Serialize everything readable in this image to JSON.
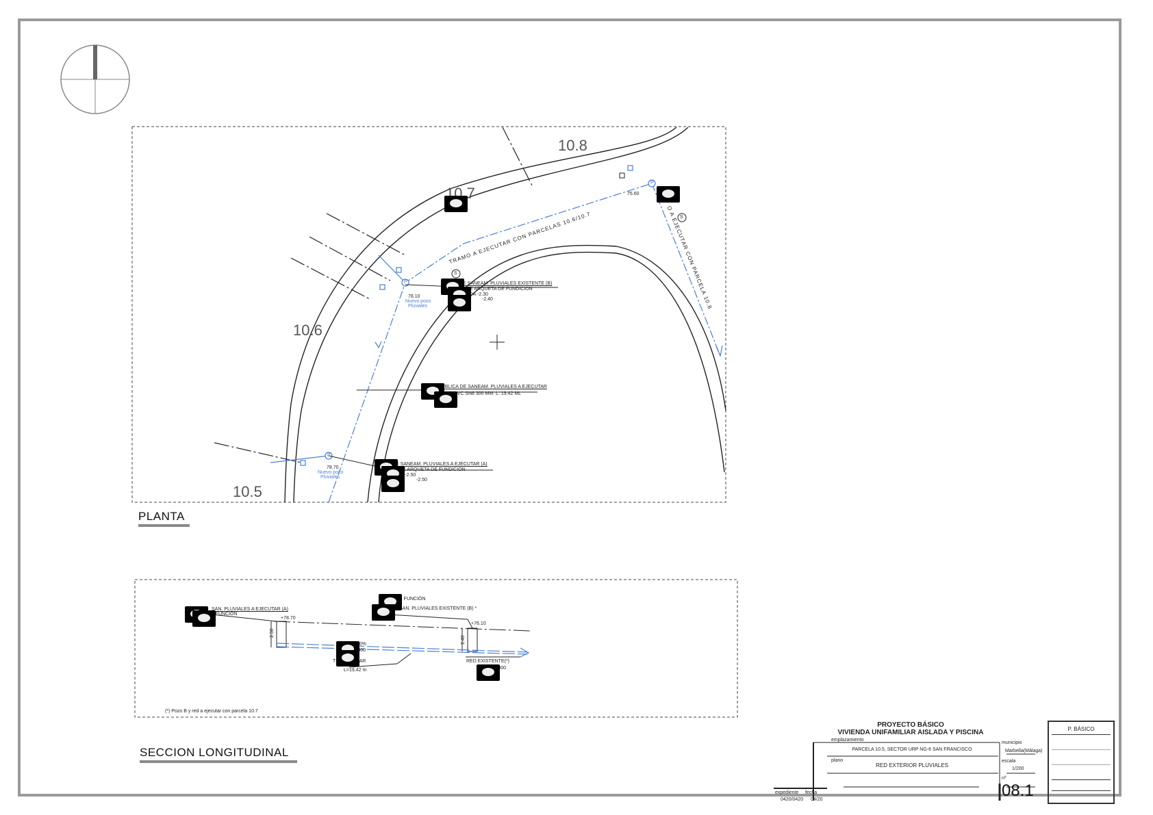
{
  "plan": {
    "parcels": [
      "10.8",
      "10.7",
      "10.6",
      "10.5"
    ],
    "heading": "PLANTA",
    "tramo_label": "TRAMO A EJECUTAR CON PARCELAS 10.6/10.7",
    "tramo2_label": "O A EJECUTAR CON PARCELA 10.8",
    "level_top": "75.60",
    "pozo_b": {
      "level": "78.10",
      "name": "Nuevo pozo",
      "type": "Pluviales"
    },
    "pozo_a": {
      "level": "78.70",
      "name": "Nuevo pozo",
      "type": "Pluviales"
    },
    "callout_b": [
      "DE SANEAM. PLUVIALES EXISTENTE (B)",
      "DE ARQUETA DE FUNDICION",
      "ADA    -2.30",
      "-2.40"
    ],
    "callout_mid": [
      "PUBLICA DE SANEAM. PLUVIALES A EJECUTAR",
      "PVC SN8 300 MM.    L: 19.42 ML"
    ],
    "callout_a": [
      "DE SANEAM. PLUVIALES A EJECUTAR (A)",
      "DE ARQUETA DE FUNDICION",
      "DA    -2.50",
      "-2.50"
    ],
    "symbol_s": "S",
    "symbol_p": "P"
  },
  "section": {
    "heading": "SECCION LONGITUDINAL",
    "label_a1": "SAN. PLUVIALES A EJECUTAR (A)",
    "label_a2": "DE FUNCION",
    "label_b1": "DE FUNCIÓN",
    "label_b2": "SAN. PLUVIALES EXISTENTE (B) *",
    "level_a": "+78.70",
    "level_b": "+76.10",
    "depth_a": "2.50",
    "depth_b": "2.40",
    "slope": "3.00%",
    "pipe": "Ø 300",
    "tramo": "T     A EJECUTAR",
    "length": "L=19,42 m",
    "red": "RED EXISTENTE(*)",
    "pipe2": "Ø 300",
    "footnote": "(*) Pozo B y red a ejecutar con parcela 10.7"
  },
  "titleblock": {
    "project1": "PROYECTO BÁSICO",
    "project2": "VIVIENDA UNIFAMILIAR AISLADA  Y PISCINA",
    "emplazamiento_label": "emplazamiento",
    "emplazamiento": "PARCELA 10.5, SECTOR URP NG-6 SAN FRANCISCO",
    "plano_label": "plano",
    "plano": "RED EXTERIOR PLUVIALES",
    "municipio_label": "municipio",
    "municipio": "Marbella(Málaga)",
    "escala_label": "escala",
    "escala": "1/200",
    "n_label": "nº",
    "number": "08.1",
    "expediente_label": "expediente",
    "expediente": "0420/0420",
    "fecha_label": "fecha",
    "fecha": "04/20",
    "stamp": "P. BÁSICO"
  }
}
